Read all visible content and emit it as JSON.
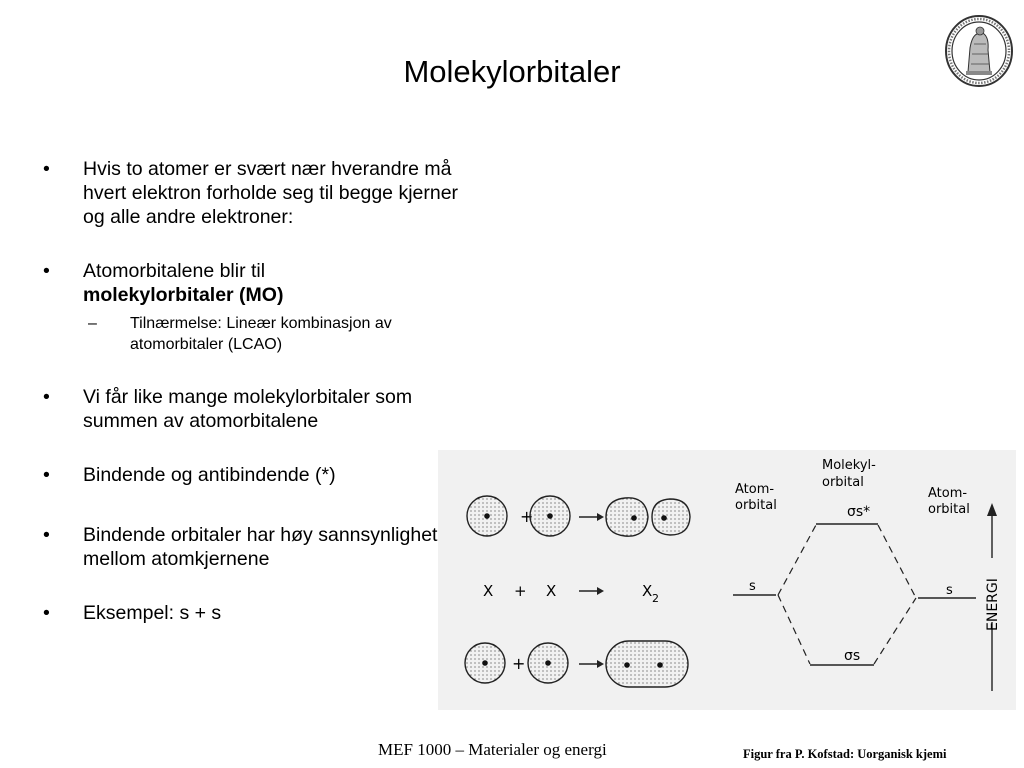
{
  "slide": {
    "title": "Molekylorbitaler"
  },
  "bullets": [
    {
      "mark": "•",
      "text": "Hvis to atomer er svært nær hverandre må hvert elektron forholde seg til begge kjerner og alle andre elektroner:"
    },
    {
      "mark": "•",
      "text_before": "Atomorbitalene blir til",
      "text_bold": "molekylorbitaler (MO)",
      "sub": {
        "mark": "–",
        "text": "Tilnærmelse: Lineær kombinasjon av atomorbitaler (LCAO)"
      }
    },
    {
      "mark": "•",
      "text": "Vi får like mange molekylorbitaler som summen av atomorbitalene"
    },
    {
      "mark": "•",
      "text": "Bindende og antibindende (*)"
    },
    {
      "mark": "•",
      "text": "Bindende orbitaler har høy sannsynlighet mellom atomkjernene"
    },
    {
      "mark": "•",
      "text": "Eksempel: s + s"
    }
  ],
  "figure": {
    "reaction_plus": "+",
    "x_left": "X",
    "x_right": "X",
    "x2_main": "X",
    "x2_sub": "2",
    "atom_orbital_left": [
      "Atom-",
      "orbital"
    ],
    "molecule_orbital": [
      "Molekyl-",
      "orbital"
    ],
    "atom_orbital_right": [
      "Atom-",
      "orbital"
    ],
    "s_left": "s",
    "s_right": "s",
    "sigma_star": "σs*",
    "sigma": "σs",
    "energy_label": "ENERGI"
  },
  "footer": {
    "left": "MEF 1000 – Materialer og energi",
    "right": "Figur fra P. Kofstad: Uorganisk kjemi"
  }
}
